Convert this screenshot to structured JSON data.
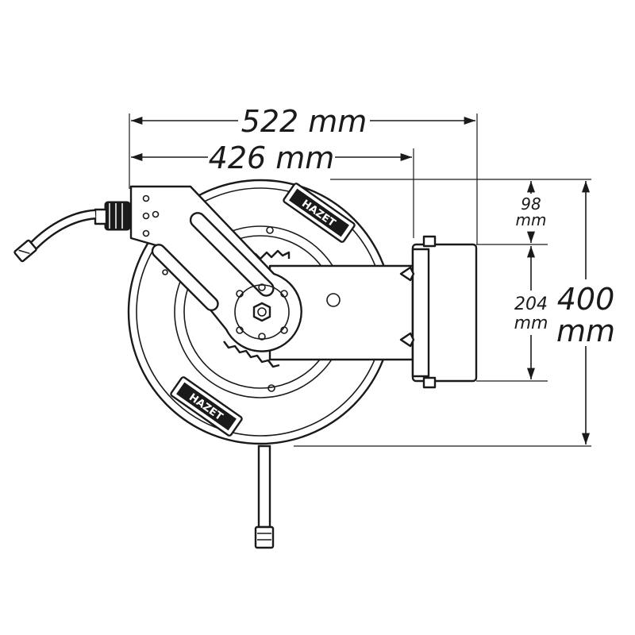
{
  "diagram": {
    "subject": "hose-reel-dimension-drawing",
    "line_color": "#1a1a1a",
    "background": "#ffffff",
    "dimensions": {
      "overall_width": "522 mm",
      "drum_width": "426 mm",
      "bracket_offset_value": "98",
      "bracket_offset_unit": "mm",
      "bracket_height_value": "204",
      "bracket_height_unit": "mm",
      "overall_height_value": "400",
      "overall_height_unit": "mm"
    },
    "logo_text": "HAZET"
  }
}
